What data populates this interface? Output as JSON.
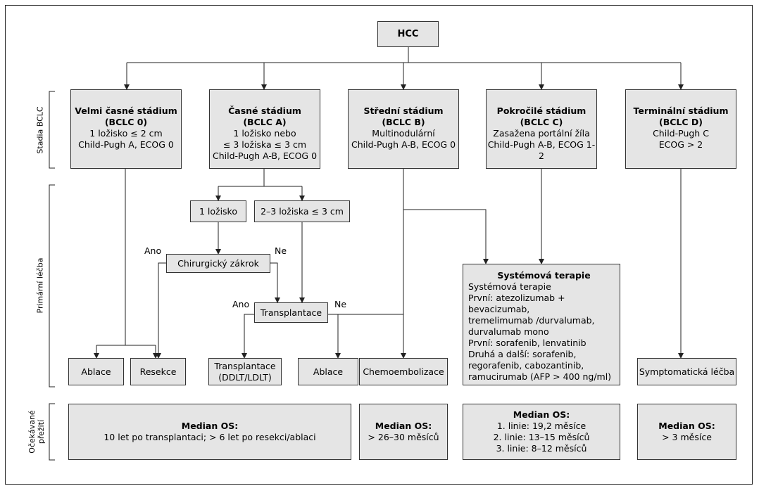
{
  "root": {
    "label": "HCC"
  },
  "row_labels": {
    "stage": "Stadia BCLC",
    "primary": "Primární léčba",
    "survival_1": "Očekávané",
    "survival_2": "přežití"
  },
  "stages": [
    {
      "title": "Velmi časné stádium",
      "code": "(BCLC 0)",
      "lines": [
        "1 ložisko ≤ 2 cm",
        "Child-Pugh A, ECOG 0"
      ]
    },
    {
      "title": "Časné stádium",
      "code": "(BCLC A)",
      "lines": [
        "1 ložisko nebo",
        "≤ 3 ložiska ≤ 3 cm",
        "Child-Pugh A-B, ECOG 0"
      ]
    },
    {
      "title": "Střední stádium",
      "code": "(BCLC B)",
      "lines": [
        "Multinodulární",
        "Child-Pugh A-B, ECOG 0"
      ]
    },
    {
      "title": "Pokročilé stádium",
      "code": "(BCLC C)",
      "lines": [
        "Zasažena portální žíla",
        "Child-Pugh A-B, ECOG 1-2"
      ]
    },
    {
      "title": "Terminální stádium",
      "code": "(BCLC D)",
      "lines": [
        "Child-Pugh C",
        "ECOG > 2"
      ]
    }
  ],
  "nodes": {
    "one_lesion": "1 ložisko",
    "two_three": "2–3 ložiska ≤ 3 cm",
    "surgery": "Chirurgický zákrok",
    "transplant": "Transplantace",
    "yes": "Ano",
    "no": "Ne"
  },
  "systemic": {
    "title": "Systémová terapie",
    "lines": [
      "Systémová terapie",
      "První: atezolizumab + bevacizumab,",
      "tremelimumab /durvalumab,",
      "durvalumab mono",
      "První: sorafenib, lenvatinib",
      "Druhá a další: sorafenib,",
      "regorafenib, cabozantinib,",
      "ramucirumab (AFP > 400 ng/ml)"
    ]
  },
  "treatments": {
    "ablation": "Ablace",
    "resection": "Resekce",
    "transplant_1": "Transplantace",
    "transplant_2": "(DDLT/LDLT)",
    "ablation2": "Ablace",
    "chemo": "Chemoembolizace",
    "symptomatic": "Symptomatická léčba"
  },
  "survival": [
    {
      "title": "Median OS:",
      "lines": [
        "10 let po transplantaci; > 6 let po resekci/ablaci"
      ]
    },
    {
      "title": "Median OS:",
      "lines": [
        "> 26–30 měsíců"
      ]
    },
    {
      "title": "Median OS:",
      "lines": [
        "1. linie: 19,2 měsíce",
        "2. linie: 13–15 měsíců",
        "3. linie: 8–12 měsíců"
      ]
    },
    {
      "title": "Median OS:",
      "lines": [
        "> 3 měsíce"
      ]
    }
  ]
}
